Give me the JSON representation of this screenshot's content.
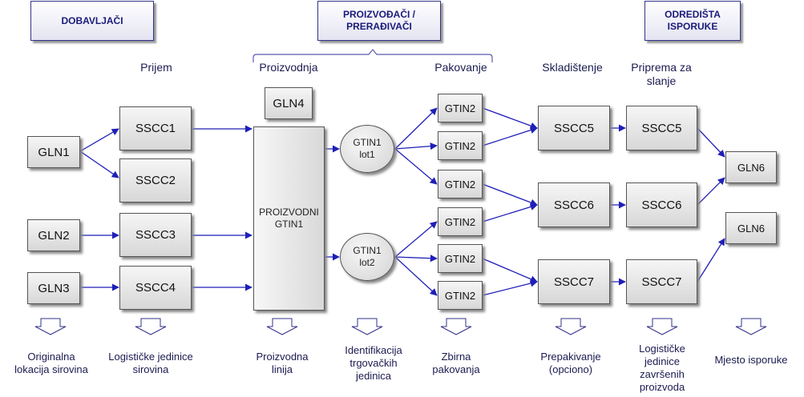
{
  "headers": {
    "suppliers": "DOBAVLJAČI",
    "producers": "PROIZVOĐAČI /\nPRERAĐIVAČI",
    "destinations": "ODREDIŠTA\nISPORUKE"
  },
  "stages": {
    "receipt": "Prijem",
    "production": "Proizvodnja",
    "packing": "Pakovanje",
    "storage": "Skladištenje",
    "shipping": "Priprema za\nslanje"
  },
  "nodes": {
    "gln1": "GLN1",
    "gln2": "GLN2",
    "gln3": "GLN3",
    "gln4": "GLN4",
    "sscc1": "SSCC1",
    "sscc2": "SSCC2",
    "sscc3": "SSCC3",
    "sscc4": "SSCC4",
    "production_line": "PROIZVODNI\nGTIN1",
    "gtin1_lot1": "GTIN1\nlot1",
    "gtin1_lot2": "GTIN1\nlot2",
    "gtin2": "GTIN2",
    "sscc5": "SSCC5",
    "sscc6": "SSCC6",
    "sscc7": "SSCC7",
    "gln6": "GLN6"
  },
  "bottom_labels": {
    "origin": "Originalna\nlokacija sirovina",
    "raw_units": "Logističke jedinice\nsirovina",
    "line": "Proizvodna\nlinija",
    "identification": "Identifikacija\ntrgovačkih\njedinica",
    "bundle": "Zbirna\npakovanja",
    "repack": "Prepakivanje\n(opciono)",
    "finished_units": "Logističke\njedinice\nzavršenih\nproizvoda",
    "delivery": "Mjesto isporuke"
  }
}
